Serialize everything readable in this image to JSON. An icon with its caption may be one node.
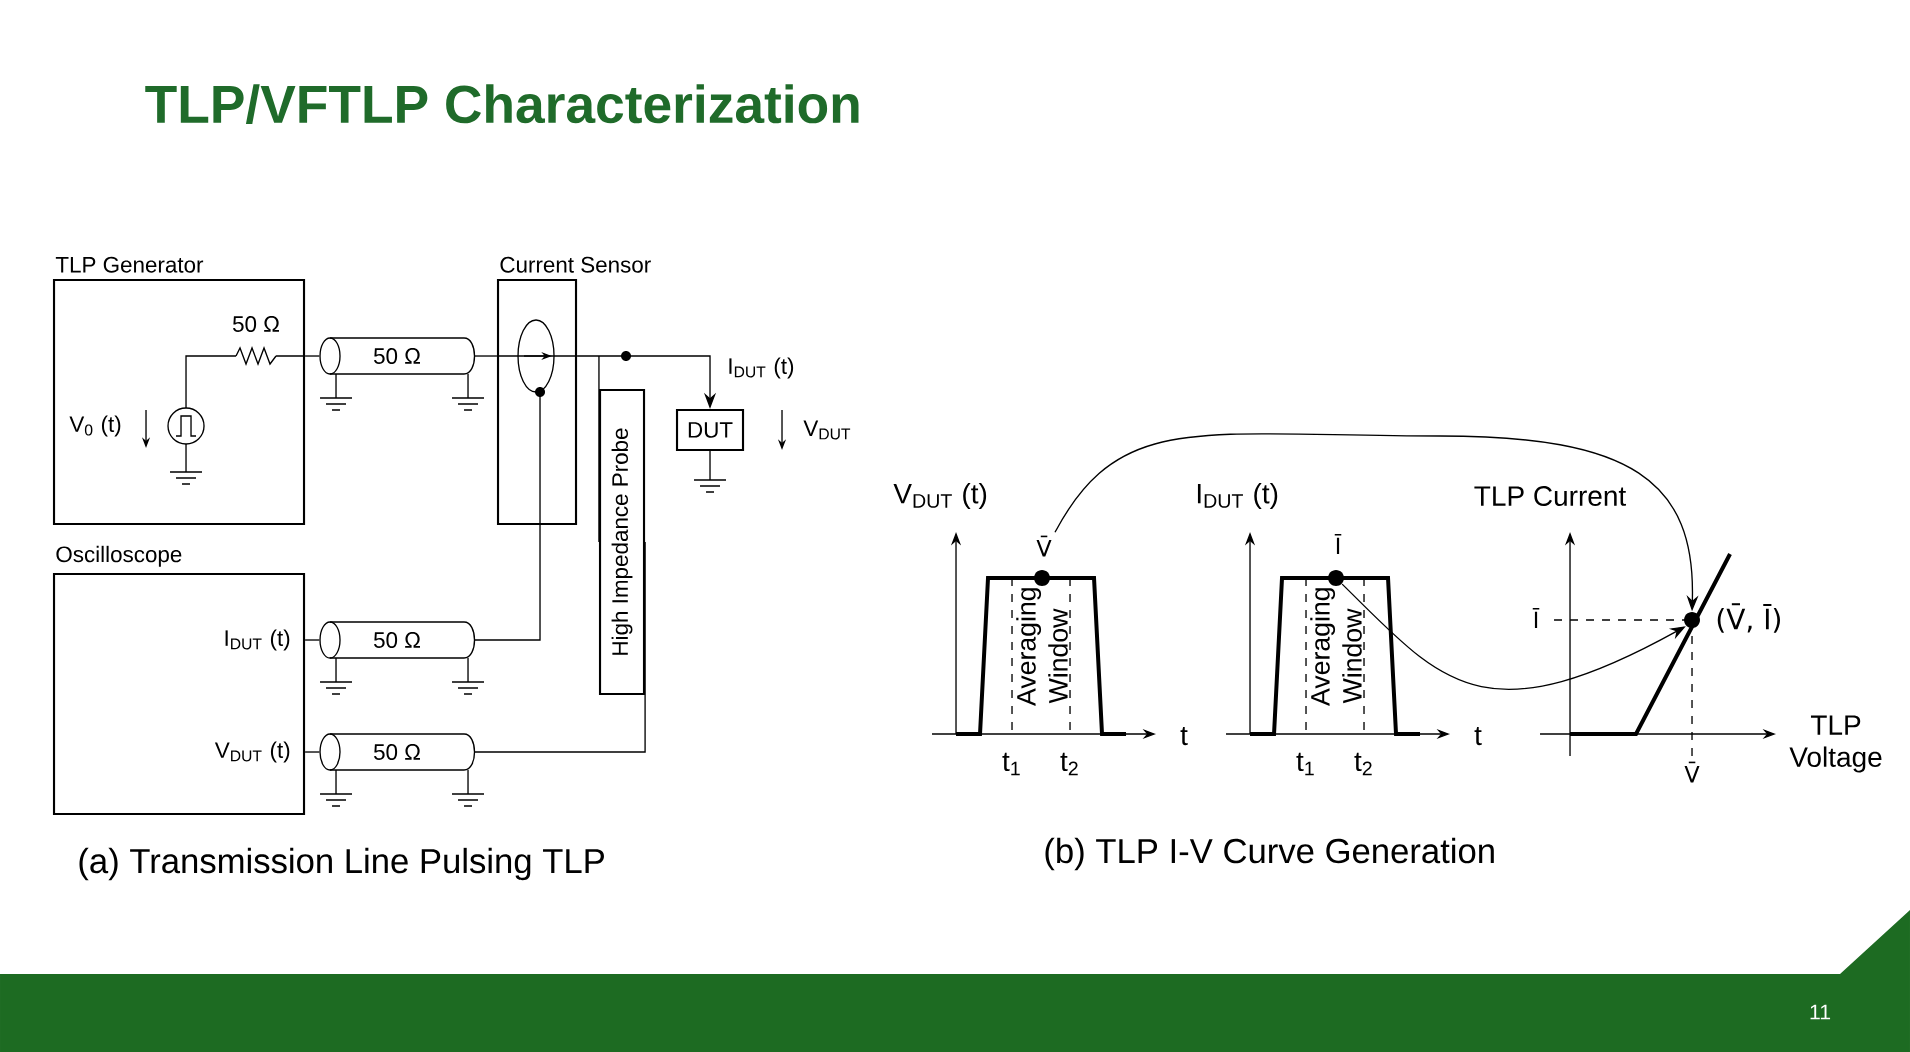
{
  "diagram": {
    "title": "TLP/VFTLP Characterization",
    "nodes": [
      {
        "text": [
          "TLP Generator"
        ]
      },
      {
        "text": [
          "50 Ω"
        ]
      },
      {
        "text": [
          "Current Sensor"
        ]
      },
      {
        "text": [
          "DUT"
        ]
      },
      {
        "text": [
          "High Impedance Probe"
        ]
      },
      {
        "text": [
          "Oscilloscope",
          "I$_{DUT}$ (t)",
          "V$_{DUT}$ (t)"
        ]
      },
      {
        "text": [
          "50 Ω"
        ]
      },
      {
        "text": [
          "50 Ω"
        ]
      },
      {
        "text": [
          "V̄"
        ]
      },
      {
        "text": [],
        "shape": "circle",
        "beside": [
          "Ī"
        ]
      },
      {
        "text": [],
        "shape": "circle",
        "beside": [
          "(V̄, Ī)"
        ]
      }
    ],
    "edges": [
      {
        "from": 0,
        "to": 1,
        "arrow": "none"
      },
      {
        "from": 1,
        "to": 2,
        "arrow": "none"
      },
      {
        "from": 2,
        "to": 3,
        "arrow": "to"
      },
      {
        "from": 2,
        "to": 4,
        "arrow": "none"
      },
      {
        "from": 2,
        "to": 6,
        "arrow": "none"
      },
      {
        "from": 6,
        "to": 5,
        "arrow": "none"
      },
      {
        "from": 4,
        "to": 7,
        "arrow": "none"
      },
      {
        "from": 7,
        "to": 5,
        "arrow": "none"
      },
      {
        "from": 8,
        "to": 10,
        "arrow": "to"
      },
      {
        "from": 9,
        "to": 10,
        "arrow": "to"
      }
    ],
    "labels": [
      "50 Ω",
      "V$_{0}$ (t)",
      "I$_{DUT}$ (t)",
      "V$_{DUT}$",
      "V$_{DUT}$ (t)",
      "Averaging Window",
      "t",
      "t$_{1}$",
      "t$_{2}$",
      "I$_{DUT}$ (t)",
      "Averaging Window",
      "t",
      "t$_{1}$",
      "t$_{2}$",
      "TLP Current",
      "Ī",
      "V̄",
      "TLP Voltage",
      "(a) Transmission Line Pulsing TLP",
      "(b) TLP I-V Curve Generation",
      "11"
    ]
  }
}
